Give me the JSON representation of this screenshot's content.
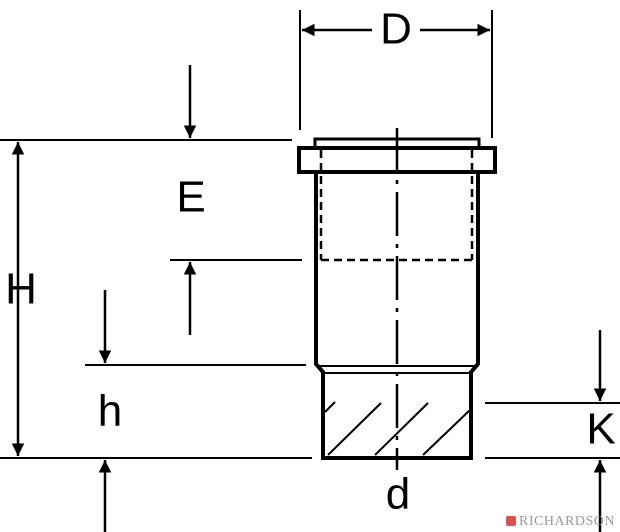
{
  "diagram": {
    "labels": {
      "D": "D",
      "E": "E",
      "H": "H",
      "h": "h",
      "K": "K",
      "d": "d"
    },
    "watermark": "RICHARDSON",
    "colors": {
      "line": "#000000",
      "watermark": "#999999",
      "watermark_icon": "#d9534f"
    }
  }
}
